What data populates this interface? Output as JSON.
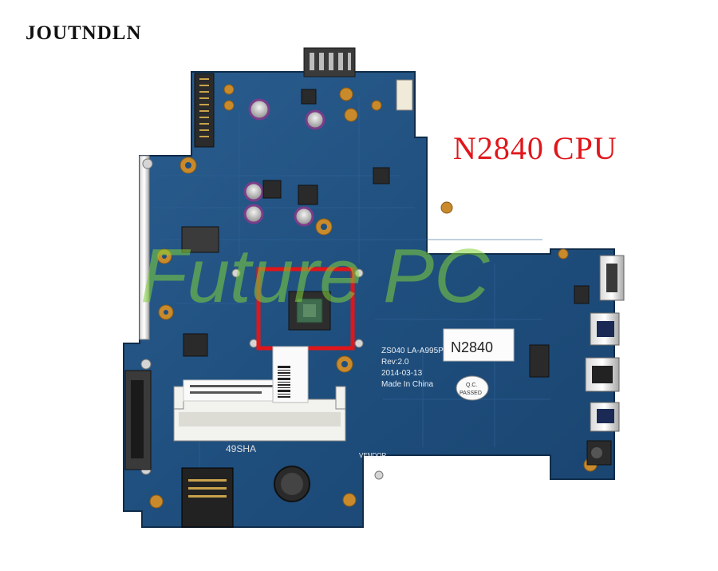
{
  "header": {
    "brand": "JOUTNDLN"
  },
  "callout": {
    "cpu_label": "N2840 CPU"
  },
  "watermark": {
    "text": "Future PC"
  },
  "board": {
    "model_line": "ZS040 LA-A995P",
    "rev_line": "Rev:2.0",
    "date_line": "2014-03-13",
    "origin_line": "Made In China",
    "sticker_text": "N2840",
    "qc_text": "Q.C.",
    "qc_status": "PASSED",
    "slot_label": "49SHA",
    "vendor_label": "VENDOR"
  },
  "colors": {
    "pcb": "#1f4f7e",
    "highlight": "#e0161b",
    "watermark": "#7fd23a"
  }
}
